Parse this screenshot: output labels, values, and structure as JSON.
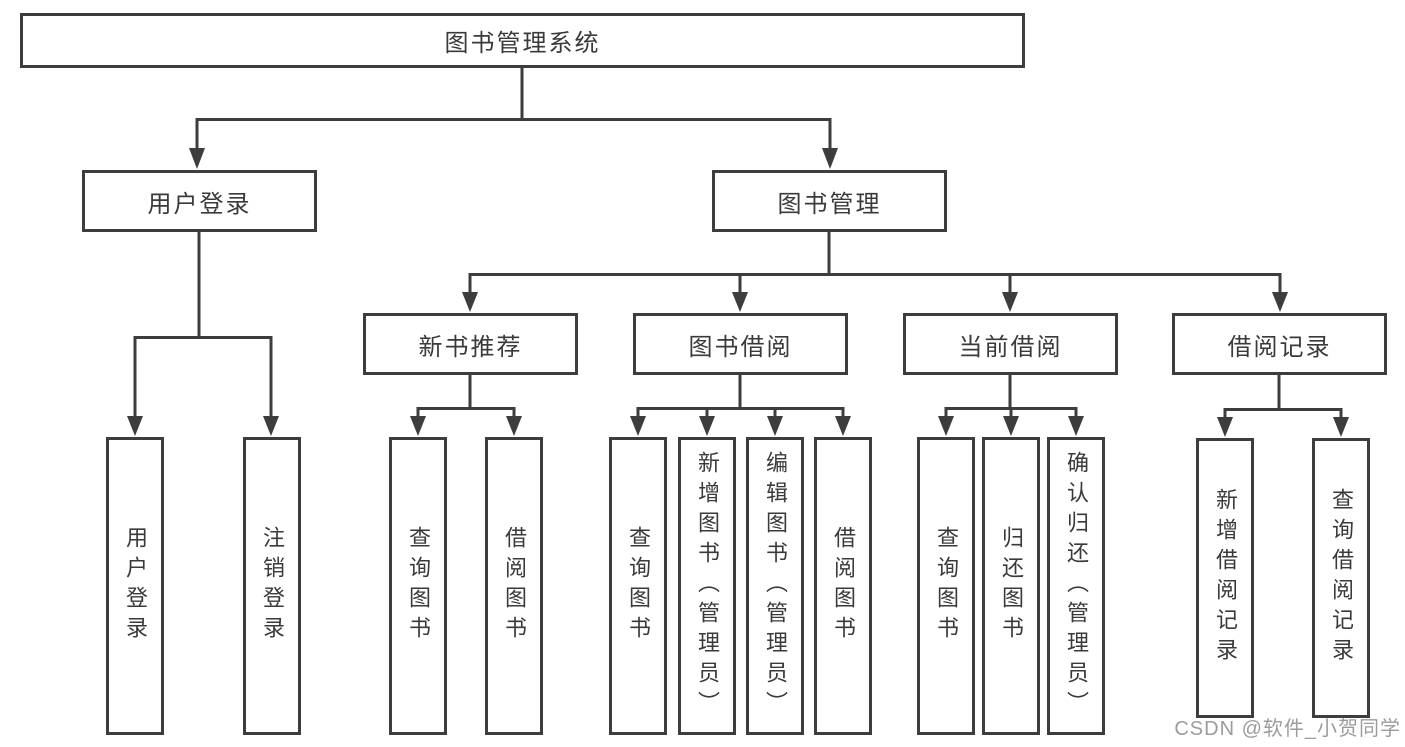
{
  "diagram": {
    "root": {
      "label": "图书管理系统"
    },
    "branches": [
      {
        "label": "用户登录",
        "children": [
          {
            "label": "用户登录"
          },
          {
            "label": "注销登录"
          }
        ]
      },
      {
        "label": "图书管理",
        "children": [
          {
            "label": "新书推荐",
            "children": [
              {
                "label": "查询图书"
              },
              {
                "label": "借阅图书"
              }
            ]
          },
          {
            "label": "图书借阅",
            "children": [
              {
                "label": "查询图书"
              },
              {
                "label": "新增图书（管理员）"
              },
              {
                "label": "编辑图书（管理员）"
              },
              {
                "label": "借阅图书"
              }
            ]
          },
          {
            "label": "当前借阅",
            "children": [
              {
                "label": "查询图书"
              },
              {
                "label": "归还图书"
              },
              {
                "label": "确认归还（管理员）"
              }
            ]
          },
          {
            "label": "借阅记录",
            "children": [
              {
                "label": "新增借阅记录"
              },
              {
                "label": "查询借阅记录"
              }
            ]
          }
        ]
      }
    ]
  },
  "watermark": "CSDN @软件_小贺同学",
  "colors": {
    "line": "#3d3d3d",
    "text": "#3a3a3a",
    "watermark": "#9c9c9c",
    "background": "#ffffff"
  }
}
